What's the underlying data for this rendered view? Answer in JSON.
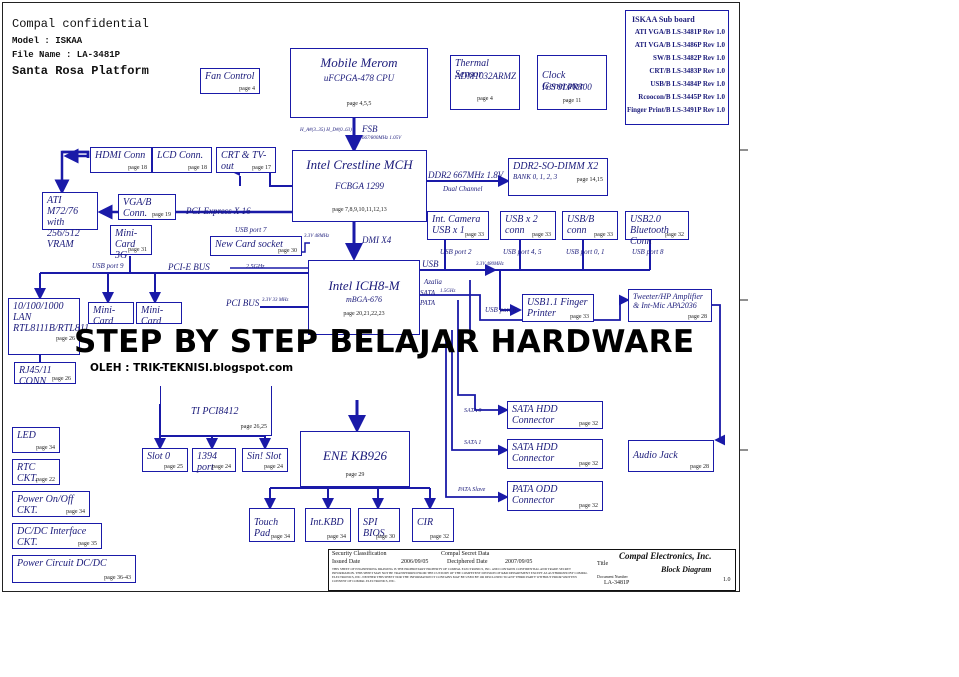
{
  "header": {
    "confidential": "Compal confidential",
    "model": "Model : ISKAA",
    "file_name": "File Name : LA-3481P",
    "platform": "Santa Rosa Platform"
  },
  "banner": {
    "title": "STEP BY STEP BELAJAR HARDWARE",
    "author": "OLEH : TRIK-TEKNISI.blogspot.com"
  },
  "sub_board": {
    "title": "ISKAA Sub board",
    "rows": [
      "ATI VGA/B LS-3481P Rev 1.0",
      "ATI VGA/B LS-3486P Rev 1.0",
      "SW/B LS-3482P Rev 1.0",
      "CRT/B LS-3483P Rev 1.0",
      "USB/B LS-3484P Rev 1.0",
      "Rcoocon/B LS-3445P Rev 1.0",
      "Finger Print/B LS-3491P Rev 1.0"
    ]
  },
  "blocks": {
    "cpu": {
      "title": "Mobile Merom",
      "sub": "uFCPGA-478 CPU",
      "page": "page 4,5,5"
    },
    "thermal": {
      "title": "Thermal Sensor",
      "sub": "ADM1032ARMZ",
      "page": "page 4"
    },
    "clock": {
      "title": "Clock Generator",
      "sub": "ICS 9LPR300",
      "page": "page 11"
    },
    "fan": {
      "title": "Fan Control",
      "page": "page 4"
    },
    "mch": {
      "title": "Intel Crestline MCH",
      "sub": "FCBGA 1299",
      "page": "page 7,8,9,10,11,12,13"
    },
    "ddr": {
      "title": "DDR2-SO-DIMM X2",
      "sub": "BANK 0, 1, 2, 3",
      "page": "page 14,15"
    },
    "hdmi": {
      "title": "HDMI Conn",
      "page": "page 18"
    },
    "lcd": {
      "title": "LCD Conn.",
      "page": "page 18"
    },
    "crt": {
      "title": "CRT & TV-out",
      "page": "page 17"
    },
    "ati": {
      "title": "ATI M72/76 with 256/512 VRAM"
    },
    "vgab": {
      "title": "VGA/B Conn.",
      "page": "page 19"
    },
    "minicard3g": {
      "title": "Mini-Card 3G",
      "page": "page 31"
    },
    "newcard": {
      "title": "New Card socket",
      "page": "page 30"
    },
    "ich": {
      "title": "Intel ICH8-M",
      "sub": "mBGA-676",
      "page": "page 20,21,22,23"
    },
    "camera": {
      "title": "Int. Camera USB x 1",
      "page": "page 33"
    },
    "usb2conn": {
      "title": "USB x 2 conn",
      "page": "page 33"
    },
    "usbbconn": {
      "title": "USB/B conn",
      "page": "page 33"
    },
    "bluetooth": {
      "title": "USB2.0 Bluetooth Conn",
      "page": "page 32"
    },
    "finger": {
      "title": "USB1.1 Finger Printer",
      "page": "page 33"
    },
    "tweeter": {
      "title": "Tweeter/HP Amplifier & Int-Mic APA2036",
      "page": "page 28"
    },
    "lan": {
      "title": "10/100/1000 LAN RTL8111B/RTL811",
      "page": "page 26"
    },
    "rj45": {
      "title": "RJ45/11 CONN",
      "page": "page 26"
    },
    "minicard_a": {
      "title": "Mini-Card"
    },
    "minicard_b": {
      "title": "Mini-Card"
    },
    "ti": {
      "title": "TI PCI8412",
      "page": "page 26,25"
    },
    "slot0": {
      "title": "Slot 0",
      "page": "page 25"
    },
    "ieee1394": {
      "title": "1394 port",
      "page": "page 24"
    },
    "sinslot": {
      "title": "Sin! Slot",
      "page": "page 24"
    },
    "ene": {
      "title": "ENE KB926",
      "page": "page 29"
    },
    "touchpad": {
      "title": "Touch Pad",
      "page": "page 34"
    },
    "intkbd": {
      "title": "Int.KBD",
      "page": "page 34"
    },
    "spibios": {
      "title": "SPI BIOS",
      "page": "page 30"
    },
    "cir": {
      "title": "CIR",
      "page": "page 32"
    },
    "hdd1": {
      "title": "SATA HDD Connector",
      "page": "page 32"
    },
    "hdd2": {
      "title": "SATA HDD Connector",
      "page": "page 32"
    },
    "odd": {
      "title": "PATA ODD Connector",
      "page": "page 32"
    },
    "audiojack": {
      "title": "Audio Jack",
      "page": "page 28"
    },
    "led": {
      "title": "LED",
      "page": "page 34"
    },
    "rtc": {
      "title": "RTC CKT.",
      "page": "page 22"
    },
    "power_onoff": {
      "title": "Power On/Off CKT.",
      "page": "page 34"
    },
    "dcdc_if": {
      "title": "DC/DC Interface CKT.",
      "page": "page 35"
    },
    "power_circuit": {
      "title": "Power Circuit DC/DC",
      "page": "page 36-43"
    }
  },
  "labels": {
    "fsb": "FSB",
    "fsb_speed": "667/800MHz 1.05V",
    "fsb_side": "H_A#(3..35) H_D#(0..63)",
    "ddr_bus": "DDR2 667MHz 1.8V",
    "dual_channel": "Dual Channel",
    "pci_express": "PCI-Express X 16",
    "usb_port7": "USB port 7",
    "usb_port7_speed": "3.3V 48MHz",
    "dmi": "DMI X4",
    "usb_port9": "USB port 9",
    "pcie_bus": "PCI-E BUS",
    "v25": "2.5GHz",
    "usb": "USB",
    "usb_speed": "3.3V 480MHz",
    "usb_port2": "USB port 2",
    "usb_port45": "USB port 4, 5",
    "usb_port01": "USB port 0, 1",
    "usb_port8": "USB port 8",
    "usb_port6": "USB port 6",
    "azalia": "Azalia",
    "sata": "SATA",
    "sata_speed": "1.5GHz",
    "pata": "PATA",
    "pci_bus": "PCI BUS",
    "pci_speed": "3.3V 33 MHz",
    "sata0": "SATA 0",
    "sata1": "SATA 1",
    "pata_slave": "PATA Slave"
  },
  "title_block": {
    "security": "Security Classification",
    "secret_data": "Compal Secret Data",
    "issued_date_label": "Issued Date",
    "issued_date": "2006/09/05",
    "deciphered_label": "Deciphered Date",
    "deciphered_date": "2007/09/05",
    "company": "Compal Electronics, Inc.",
    "title_label": "Title",
    "doc_title": "Block Diagram",
    "doc_number_label": "Document Number",
    "doc_number": "LA-3481P",
    "rev": "1.0",
    "legal": "THIS SHEET OF ENGINEERING DRAWING IS THE PROPRIETARY PROPERTY OF COMPAL ELECTRONICS, INC. AND CONTAINS CONFIDENTIAL AND TRADE SECRET INFORMATION. THIS SHEET MAY NOT BE TRANSFERRED FROM THE CUSTODY OF THE COMPETENT DIVISION OF R&D DEPARTMENT EXCEPT AS AUTHORIZED BY COMPAL ELECTRONICS, INC. NEITHER THIS SHEET NOR THE INFORMATION IT CONTAINS MAY BE USED BY OR DISCLOSED TO ANY THIRD PARTY WITHOUT PRIOR WRITTEN CONSENT OF COMPAL ELECTRONICS, INC."
  }
}
